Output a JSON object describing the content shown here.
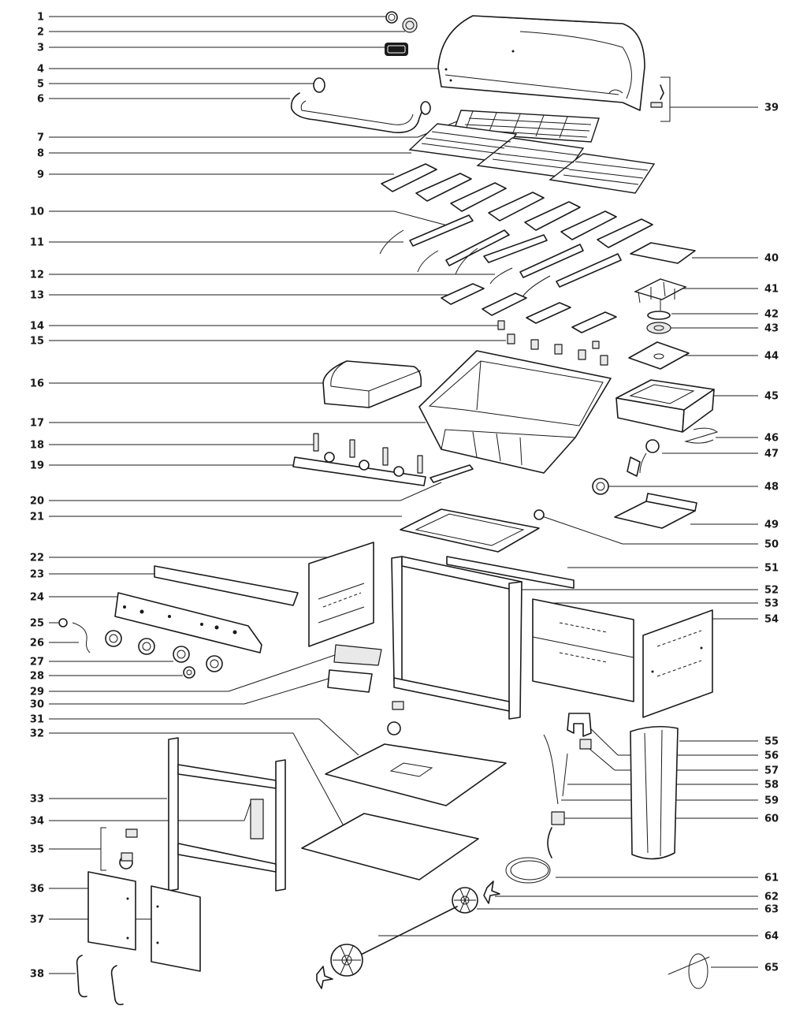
{
  "left_labels": [
    "1",
    "2",
    "3",
    "4",
    "5",
    "6",
    "7",
    "8",
    "9",
    "10",
    "11",
    "12",
    "13",
    "14",
    "15",
    "16",
    "17",
    "18",
    "19",
    "20",
    "21",
    "22",
    "23",
    "24",
    "25",
    "26",
    "27",
    "28",
    "29",
    "30",
    "31",
    "32",
    "33",
    "34",
    "35",
    "36",
    "37",
    "38"
  ],
  "right_labels": [
    "39",
    "40",
    "41",
    "42",
    "43",
    "44",
    "45",
    "46",
    "47",
    "48",
    "49",
    "50",
    "51",
    "52",
    "53",
    "54",
    "55",
    "56",
    "57",
    "58",
    "59",
    "60",
    "61",
    "62",
    "63",
    "64",
    "65"
  ]
}
